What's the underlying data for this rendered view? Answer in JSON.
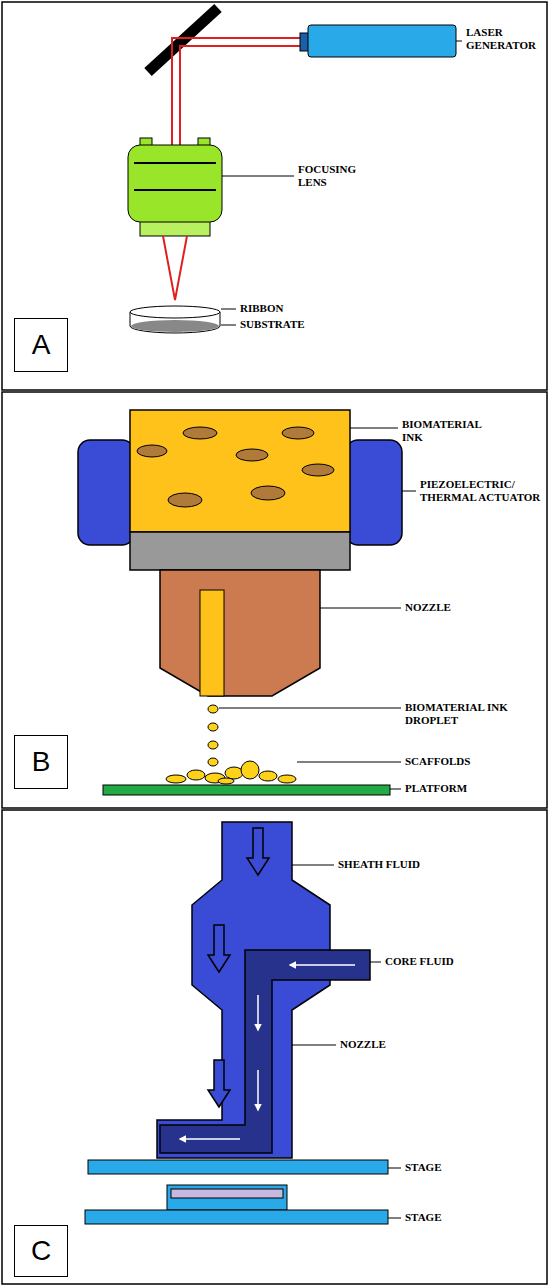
{
  "diagram": {
    "nodes": [
      {
        "text": [
          "A"
        ]
      },
      {
        "text": [
          "B"
        ]
      },
      {
        "text": [
          "C"
        ]
      }
    ],
    "labels": [
      "LASER GENERATOR",
      "FOCUSING LENS",
      "RIBBON",
      "SUBSTRATE",
      "BIOMATERIAL INK",
      "PIEZOELECTRIC/ THERMAL ACTUATOR",
      "NOZZLE",
      "BIOMATERIAL INK DROPLET",
      "SCAFFOLDS",
      "PLATFORM",
      "SHEATH FLUID",
      "CORE FLUID",
      "NOZZLE",
      "STAGE",
      "STAGE"
    ]
  }
}
